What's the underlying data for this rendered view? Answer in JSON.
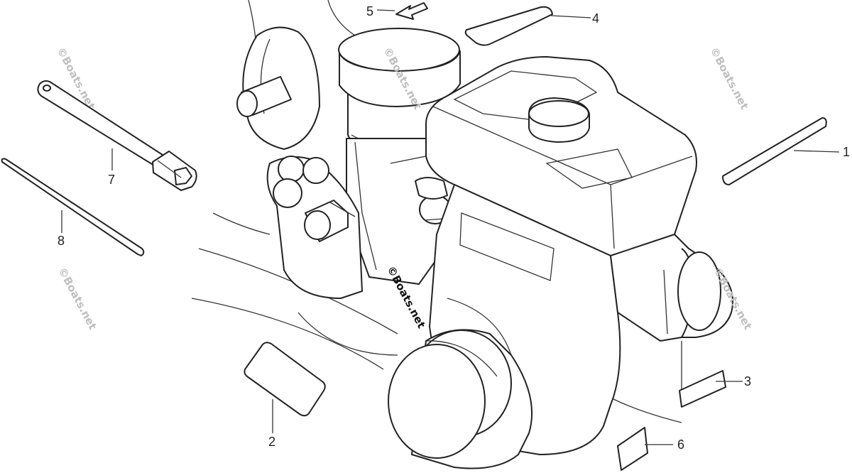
{
  "diagram": {
    "callouts": [
      {
        "id": "1",
        "label": "1"
      },
      {
        "id": "2",
        "label": "2"
      },
      {
        "id": "3",
        "label": "3"
      },
      {
        "id": "4",
        "label": "4"
      },
      {
        "id": "5",
        "label": "5"
      },
      {
        "id": "6",
        "label": "6"
      },
      {
        "id": "7",
        "label": "7"
      },
      {
        "id": "8",
        "label": "8"
      }
    ],
    "watermark": "©Boats.net"
  }
}
